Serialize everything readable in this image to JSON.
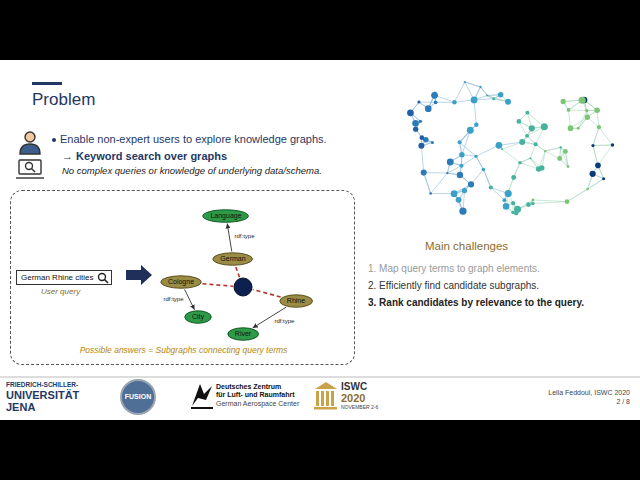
{
  "diagram": {
    "title": "Problem",
    "nodes": [
      {
        "text": [
          "Possible answers = Subgraphs connecting query terms"
        ]
      },
      {
        "text": [
          "German Rhine cities",
          "User query"
        ],
        "in": 0
      },
      {
        "text": [
          "Language"
        ],
        "in": 0
      },
      {
        "text": [
          "German"
        ],
        "in": 0
      },
      {
        "text": [
          "Cologne"
        ],
        "in": 0
      },
      {
        "text": [
          "City"
        ],
        "in": 0
      },
      {
        "text": [
          "Rhine"
        ],
        "in": 0
      },
      {
        "text": [
          "River"
        ],
        "in": 0
      }
    ],
    "edges": [
      {
        "from": 3,
        "to": 2,
        "label": "rdf:type",
        "arrow": "to"
      },
      {
        "from": 4,
        "to": 5,
        "label": "rdf:type",
        "arrow": "to"
      },
      {
        "from": 6,
        "to": 7,
        "label": "rdf:type",
        "arrow": "to"
      }
    ],
    "labels": [
      "Enable non-expert users to explore knowledge graphs.",
      "→ Keyword search over graphs",
      "No complex queries or knowledge of underlying data/schema.",
      "Main challenges",
      "1. Map query terms to graph elements.",
      "2. Efficiently find candidate subgraphs.",
      "3. Rank candidates by relevance to the query.",
      "FRIEDRICH-SCHILLER-",
      "UNIVERSITÄT",
      "JENA",
      "FUSION",
      "Deutsches Zentrum",
      "für Luft- und Raumfahrt",
      "German Aerospace Center",
      "ISWC",
      "2020",
      "NOVEMBER 2-6",
      "Leila Feddoul, ISWC 2020",
      "2 / 8"
    ]
  }
}
